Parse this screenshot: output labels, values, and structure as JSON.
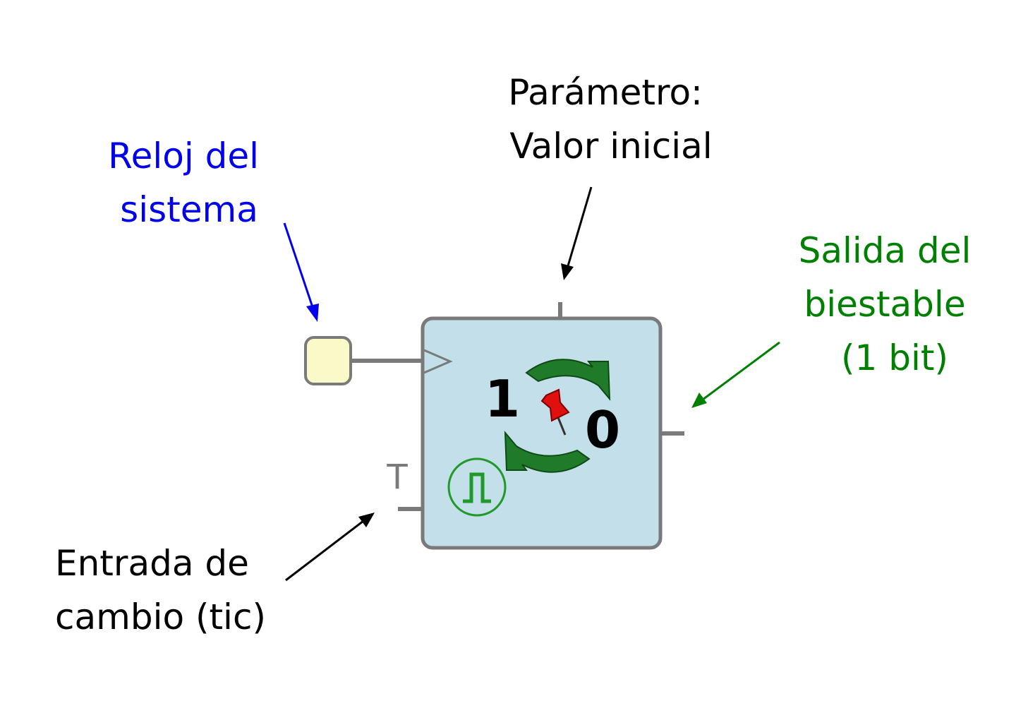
{
  "labels": {
    "clock": [
      "Reloj del",
      "sistema"
    ],
    "parameter": [
      "Parámetro:",
      "Valor inicial"
    ],
    "output": [
      "Salida del",
      "biestable",
      "(1 bit)"
    ],
    "tick_input": [
      "Entrada de",
      "cambio (tic)"
    ]
  },
  "block": {
    "value_one": "1",
    "value_zero": "0",
    "tick_pin_symbol": "T"
  },
  "colors": {
    "clock_label": "#0000ee",
    "output_label": "#008000",
    "text": "#000000",
    "block_fill": "#c3dfe9",
    "block_border": "#7a7a7a",
    "clock_port_fill": "#fafac8",
    "arrows_fill": "#1f7a2a",
    "pin": "#b3121a"
  },
  "icons": [
    "toggle-arrows-icon",
    "pushpin-icon",
    "pulse-icon",
    "clock-triangle-icon"
  ]
}
